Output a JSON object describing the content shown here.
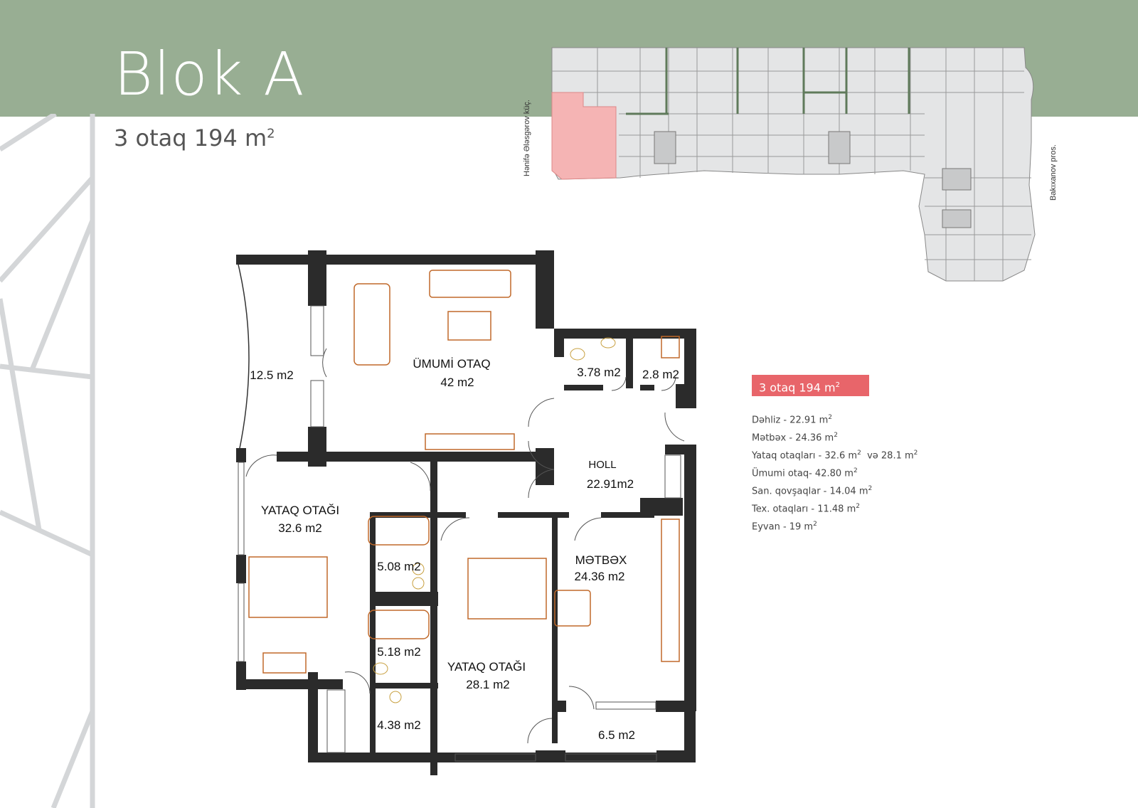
{
  "header": {
    "title": "Blok A",
    "subtitle_text": "3 otaq 194 m",
    "subtitle_sup": "2"
  },
  "site_plan": {
    "street_left": "Hənifə Ələsgərov küç.",
    "street_right": "Bakıxanov pros.",
    "highlight_color": "#f5b4b4"
  },
  "rooms": [
    {
      "id": "balcony-living",
      "name": "",
      "area": "12.5 m2"
    },
    {
      "id": "living-room",
      "name": "ÜMUMİ OTAQ",
      "area": "42 m2"
    },
    {
      "id": "wc",
      "name": "",
      "area": "3.78 m2"
    },
    {
      "id": "utility",
      "name": "",
      "area": "2.8 m2"
    },
    {
      "id": "hall",
      "name": "HOLL",
      "area": "22.91m2"
    },
    {
      "id": "bedroom-1",
      "name": "YATAQ OTAĞI",
      "area": "32.6 m2"
    },
    {
      "id": "bath-1",
      "name": "",
      "area": "5.08 m2"
    },
    {
      "id": "bath-2",
      "name": "",
      "area": "5.18 m2"
    },
    {
      "id": "closet",
      "name": "",
      "area": "4.38 m2"
    },
    {
      "id": "bedroom-2",
      "name": "YATAQ OTAĞI",
      "area": "28.1 m2"
    },
    {
      "id": "kitchen",
      "name": "MƏTBƏX",
      "area": "24.36 m2"
    },
    {
      "id": "balcony-kitchen",
      "name": "",
      "area": "6.5 m2"
    }
  ],
  "summary": {
    "badge_text": "3 otaq 194 m",
    "badge_sup": "2",
    "badge_color": "#e8656a",
    "items": [
      {
        "text": "Dəhliz - 22.91 m",
        "sup": "2",
        "extra": "",
        "extra_sup": ""
      },
      {
        "text": "Mətbəx - 24.36 m",
        "sup": "2",
        "extra": "",
        "extra_sup": ""
      },
      {
        "text": "Yataq otaqları - 32.6 m",
        "sup": "2",
        "extra": "  və 28.1 m",
        "extra_sup": "2"
      },
      {
        "text": "Ümumi otaq- 42.80 m",
        "sup": "2",
        "extra": "",
        "extra_sup": ""
      },
      {
        "text": "San. qovşaqlar - 14.04 m",
        "sup": "2",
        "extra": "",
        "extra_sup": ""
      },
      {
        "text": "Tex. otaqları - 11.48 m",
        "sup": "2",
        "extra": "",
        "extra_sup": ""
      },
      {
        "text": "Eyvan - 19 m",
        "sup": "2",
        "extra": "",
        "extra_sup": ""
      }
    ]
  },
  "colors": {
    "header_bg": "#98ae93",
    "wall": "#2b2b2b",
    "furniture": "#c0692a",
    "deco_lines": "#d4d6d8"
  }
}
